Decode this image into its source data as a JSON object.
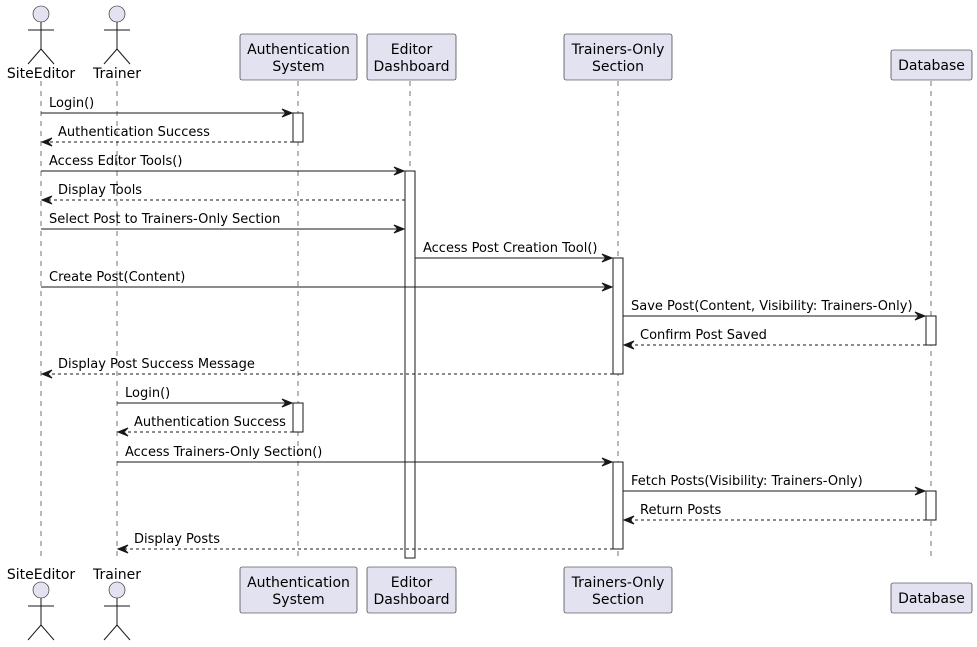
{
  "participants": [
    {
      "id": "siteeditor",
      "label": [
        "SiteEditor"
      ],
      "kind": "actor"
    },
    {
      "id": "trainer",
      "label": [
        "Trainer"
      ],
      "kind": "actor"
    },
    {
      "id": "auth",
      "label": [
        "Authentication",
        "System"
      ],
      "kind": "participant"
    },
    {
      "id": "dashboard",
      "label": [
        "Editor",
        "Dashboard"
      ],
      "kind": "participant"
    },
    {
      "id": "trainers",
      "label": [
        "Trainers-Only",
        "Section"
      ],
      "kind": "participant"
    },
    {
      "id": "database",
      "label": [
        "Database"
      ],
      "kind": "participant"
    }
  ],
  "messages": [
    {
      "from": "siteeditor",
      "to": "auth",
      "label": "Login()",
      "style": "solid"
    },
    {
      "from": "auth",
      "to": "siteeditor",
      "label": "Authentication Success",
      "style": "dashed"
    },
    {
      "from": "siteeditor",
      "to": "dashboard",
      "label": "Access Editor Tools()",
      "style": "solid"
    },
    {
      "from": "dashboard",
      "to": "siteeditor",
      "label": "Display Tools",
      "style": "dashed"
    },
    {
      "from": "siteeditor",
      "to": "dashboard",
      "label": "Select Post to Trainers-Only Section",
      "style": "solid"
    },
    {
      "from": "dashboard",
      "to": "trainers",
      "label": "Access Post Creation Tool()",
      "style": "solid"
    },
    {
      "from": "siteeditor",
      "to": "trainers",
      "label": "Create Post(Content)",
      "style": "solid"
    },
    {
      "from": "trainers",
      "to": "database",
      "label": "Save Post(Content, Visibility: Trainers-Only)",
      "style": "solid"
    },
    {
      "from": "database",
      "to": "trainers",
      "label": "Confirm Post Saved",
      "style": "dashed"
    },
    {
      "from": "trainers",
      "to": "siteeditor",
      "label": "Display Post Success Message",
      "style": "dashed"
    },
    {
      "from": "trainer",
      "to": "auth",
      "label": "Login()",
      "style": "solid"
    },
    {
      "from": "auth",
      "to": "trainer",
      "label": "Authentication Success",
      "style": "dashed"
    },
    {
      "from": "trainer",
      "to": "trainers",
      "label": "Access Trainers-Only Section()",
      "style": "solid"
    },
    {
      "from": "trainers",
      "to": "database",
      "label": "Fetch Posts(Visibility: Trainers-Only)",
      "style": "solid"
    },
    {
      "from": "database",
      "to": "trainers",
      "label": "Return Posts",
      "style": "dashed"
    },
    {
      "from": "trainers",
      "to": "trainer",
      "label": "Display Posts",
      "style": "dashed"
    }
  ],
  "activations": [
    {
      "participant": "auth",
      "from_msg": 0,
      "to_msg": 1
    },
    {
      "participant": "dashboard",
      "from_msg": 2,
      "to_msg": "end"
    },
    {
      "participant": "trainers",
      "from_msg": 5,
      "to_msg": 9
    },
    {
      "participant": "database",
      "from_msg": 7,
      "to_msg": 8
    },
    {
      "participant": "auth",
      "from_msg": 10,
      "to_msg": 11
    },
    {
      "participant": "trainers",
      "from_msg": 12,
      "to_msg": 15
    },
    {
      "participant": "database",
      "from_msg": 13,
      "to_msg": 14
    }
  ]
}
